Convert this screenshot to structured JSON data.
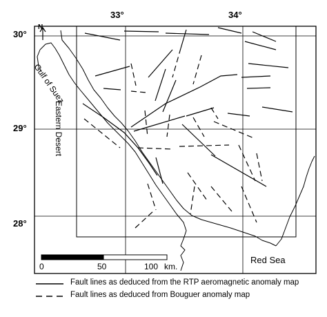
{
  "lon_labels": [
    "33°",
    "34°"
  ],
  "lat_labels": [
    "30°",
    "29°",
    "28°"
  ],
  "places": {
    "gulf": "Gulf of Suez",
    "desert": "Eastern Desert",
    "sea": "Red Sea"
  },
  "north_arrow": "N",
  "scale_bar": {
    "zero": "0",
    "mid": "50",
    "end": "100",
    "unit": "km."
  },
  "legend": {
    "solid": "Fault lines as deduced from the RTP aeromagnetic anomaly map",
    "dashed": "Fault lines as deduced from Bouguer  anomaly map"
  },
  "colors": {
    "ink": "#000000",
    "background": "#ffffff"
  }
}
